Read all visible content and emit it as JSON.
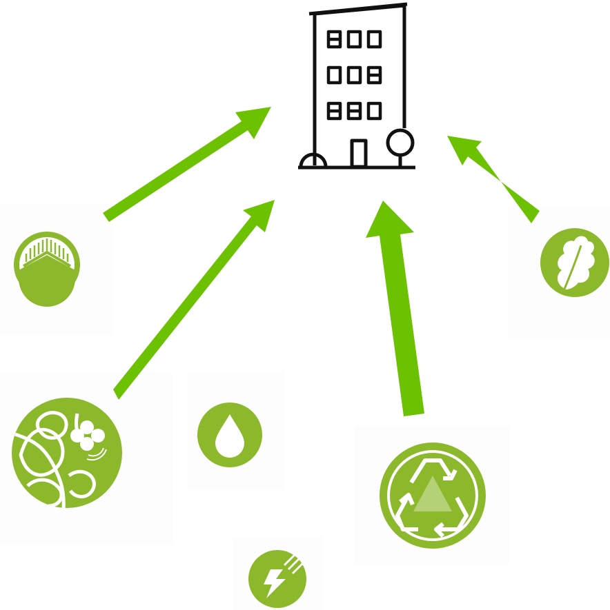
{
  "diagram": {
    "center": {
      "icon": "office-building-icon"
    },
    "sources": [
      {
        "id": "roof",
        "icon": "green-roof-icon",
        "arrow_to_center": true
      },
      {
        "id": "eco",
        "icon": "ecology-biodiversity-icon",
        "arrow_to_center": true
      },
      {
        "id": "water",
        "icon": "water-drop-icon",
        "arrow_to_center": false
      },
      {
        "id": "recycle",
        "icon": "recycling-icon",
        "arrow_to_center": true
      },
      {
        "id": "leaf",
        "icon": "oak-leaf-icon",
        "arrow_to_center": true
      },
      {
        "id": "energy",
        "icon": "lightning-energy-icon",
        "arrow_to_center": false
      }
    ],
    "colors": {
      "arrow": "#6cc100",
      "icon_green": "#8cb82c",
      "building_stroke": "#111111",
      "background": "#ffffff"
    }
  }
}
